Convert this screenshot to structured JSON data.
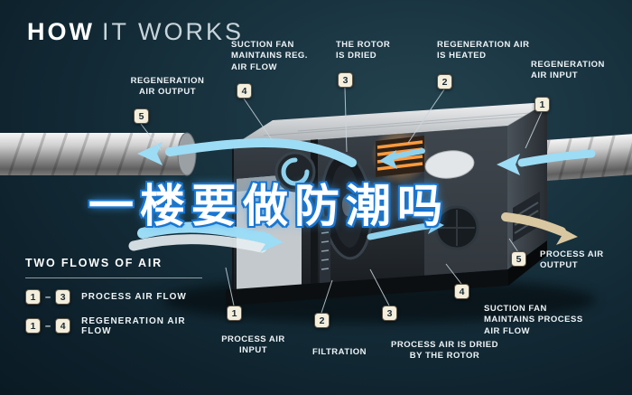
{
  "title": {
    "bold": "HOW",
    "regular": "IT WORKS"
  },
  "overlay": {
    "text": "一楼要做防潮吗"
  },
  "callouts": [
    {
      "number": "5",
      "label": "REGENERATION AIR OUTPUT"
    },
    {
      "number": "4",
      "label": "SUCTION FAN MAINTAINS REG. AIR FLOW"
    },
    {
      "number": "3",
      "label": "THE ROTOR IS DRIED"
    },
    {
      "number": "2",
      "label": "REGENERATION AIR IS HEATED"
    },
    {
      "number": "1",
      "label": "REGENERATION AIR INPUT"
    },
    {
      "number": "5",
      "label": "PROCESS AIR OUTPUT"
    },
    {
      "number": "4",
      "label": "SUCTION FAN MAINTAINS PROCESS AIR FLOW"
    },
    {
      "number": "3",
      "label": "PROCESS AIR IS DRIED BY THE ROTOR"
    },
    {
      "number": "2",
      "label": "FILTRATION"
    },
    {
      "number": "1",
      "label": "PROCESS AIR INPUT"
    }
  ],
  "legend": {
    "title": "TWO FLOWS OF AIR",
    "rows": [
      {
        "start": "1",
        "separator": "–",
        "end": "3",
        "label": "PROCESS AIR FLOW"
      },
      {
        "start": "1",
        "separator": "–",
        "end": "4",
        "label": "REGENERATION AIR FLOW"
      }
    ]
  },
  "colors": {
    "background": "#16303c",
    "accent_blue_arrow": "#9ddcf5",
    "process_output_arrow": "#d8c7a0",
    "heater_orange": "#ff9a3c",
    "badge_fill": "#f4eedd",
    "badge_text": "#1a2a33",
    "label_text": "#eef4f7",
    "overlay_text_fill": "#ffffff",
    "overlay_text_outline": "#1976d2"
  }
}
